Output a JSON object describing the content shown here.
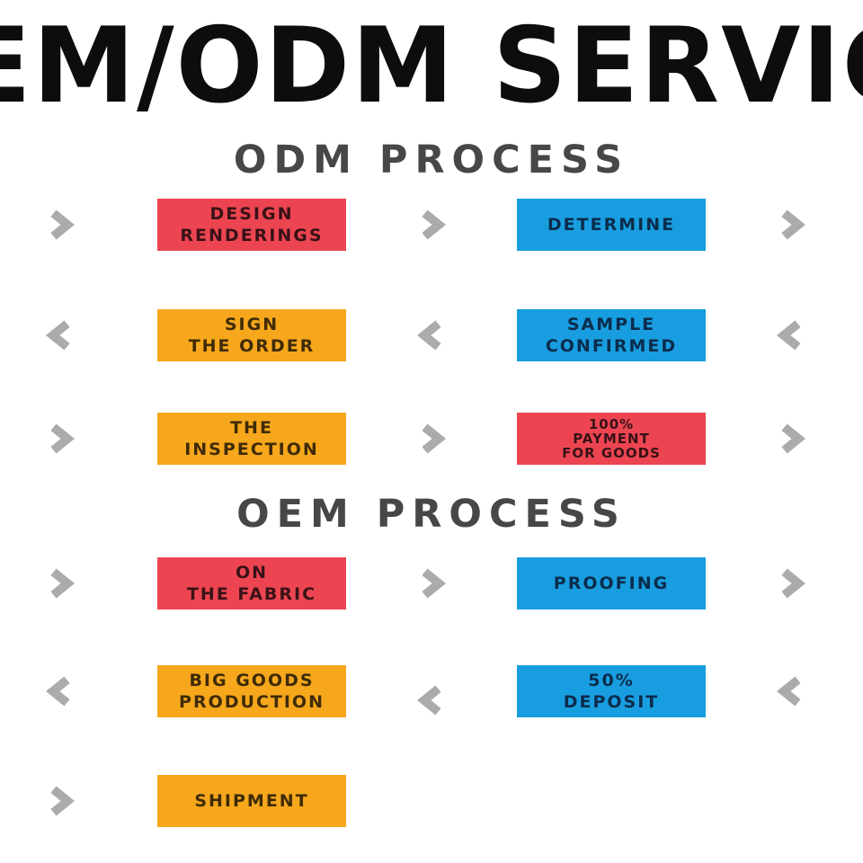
{
  "title": {
    "text": "OEM/ODM SERVICE"
  },
  "colors": {
    "box_red": "#EC4551",
    "box_orange": "#F6A71C",
    "box_blue": "#189EE0",
    "arrow_gray": "#ABABAB",
    "heading_gray": "#474747",
    "title_black": "#0d0d0d"
  },
  "sections": [
    {
      "heading": "ODM PROCESS"
    },
    {
      "heading": "OEM PROCESS"
    }
  ],
  "rows": [
    {
      "direction": "right",
      "box1": {
        "color": "red",
        "label": "DESIGN\nRENDERINGS"
      },
      "box2": {
        "color": "blue",
        "label": "DETERMINE"
      }
    },
    {
      "direction": "left",
      "box1": {
        "color": "orange",
        "label": "SIGN\nTHE ORDER"
      },
      "box2": {
        "color": "blue",
        "label": "SAMPLE\nCONFIRMED"
      }
    },
    {
      "direction": "right",
      "box1": {
        "color": "orange",
        "label": "THE\nINSPECTION"
      },
      "box2": {
        "color": "red",
        "label": "100%\nPAYMENT\nFOR GOODS"
      }
    },
    {
      "direction": "right",
      "box1": {
        "color": "red",
        "label": "ON\nTHE FABRIC"
      },
      "box2": {
        "color": "blue",
        "label": "PROOFING"
      }
    },
    {
      "direction": "left",
      "box1": {
        "color": "orange",
        "label": "BIG GOODS\nPRODUCTION"
      },
      "box2": {
        "color": "blue",
        "label": "50%\nDEPOSIT"
      }
    },
    {
      "direction": "right",
      "box1": {
        "color": "orange",
        "label": "SHIPMENT"
      }
    }
  ]
}
